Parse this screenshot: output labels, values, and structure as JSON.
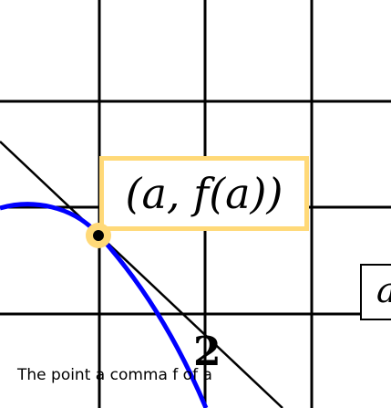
{
  "point_label": "(a, f(a))",
  "axis_tick_label": "2",
  "side_box_text": "a",
  "accessible_description": "The point a comma f of a",
  "colors": {
    "grid": "#000000",
    "curve": "#0000ff",
    "tangent": "#000000",
    "highlight": "#ffd978",
    "background": "#ffffff"
  }
}
